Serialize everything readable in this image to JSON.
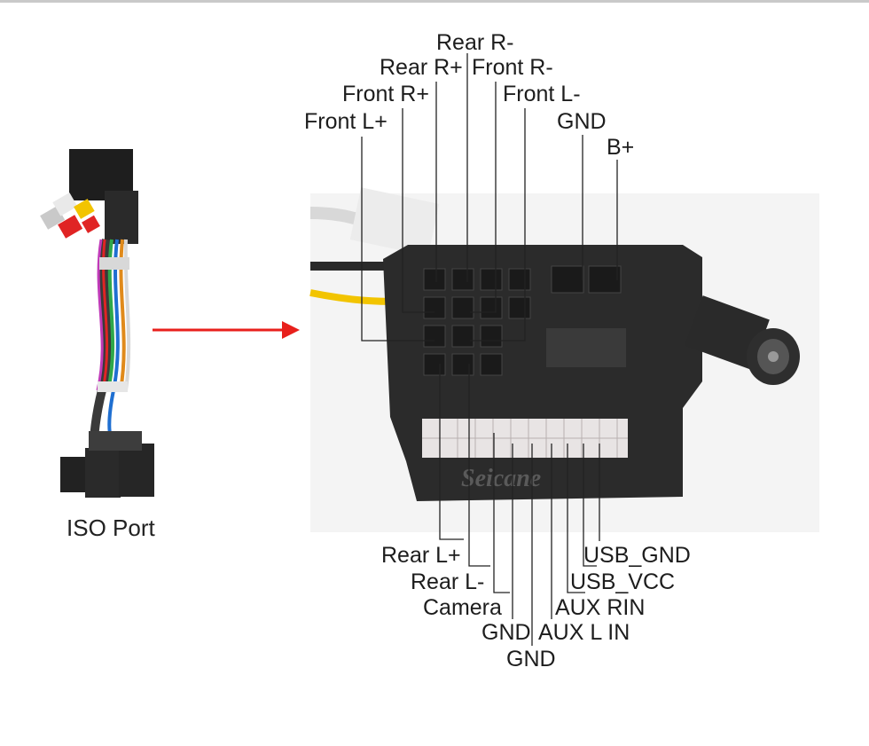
{
  "iso_port": {
    "label": "ISO Port"
  },
  "watermark": "Seicane",
  "pins_top": [
    {
      "id": "rear-r-minus",
      "label": "Rear R-"
    },
    {
      "id": "rear-r-plus",
      "label": "Rear R+"
    },
    {
      "id": "front-r-minus",
      "label": "Front R-"
    },
    {
      "id": "front-r-plus",
      "label": "Front R+"
    },
    {
      "id": "front-l-minus",
      "label": "Front L-"
    },
    {
      "id": "front-l-plus",
      "label": "Front L+"
    },
    {
      "id": "gnd-top",
      "label": "GND"
    },
    {
      "id": "b-plus",
      "label": "B+"
    }
  ],
  "pins_bottom": [
    {
      "id": "rear-l-plus",
      "label": "Rear L+"
    },
    {
      "id": "usb-gnd",
      "label": "USB_GND"
    },
    {
      "id": "rear-l-minus",
      "label": "Rear L-"
    },
    {
      "id": "usb-vcc",
      "label": "USB_VCC"
    },
    {
      "id": "camera",
      "label": "Camera"
    },
    {
      "id": "aux-rin",
      "label": "AUX RIN"
    },
    {
      "id": "gnd-1",
      "label": "GND"
    },
    {
      "id": "aux-l-in",
      "label": "AUX L IN"
    },
    {
      "id": "gnd-2",
      "label": "GND"
    }
  ],
  "colors": {
    "arrow": "#e8201c",
    "leader": "#222222",
    "connector": "#2b2b2b"
  }
}
